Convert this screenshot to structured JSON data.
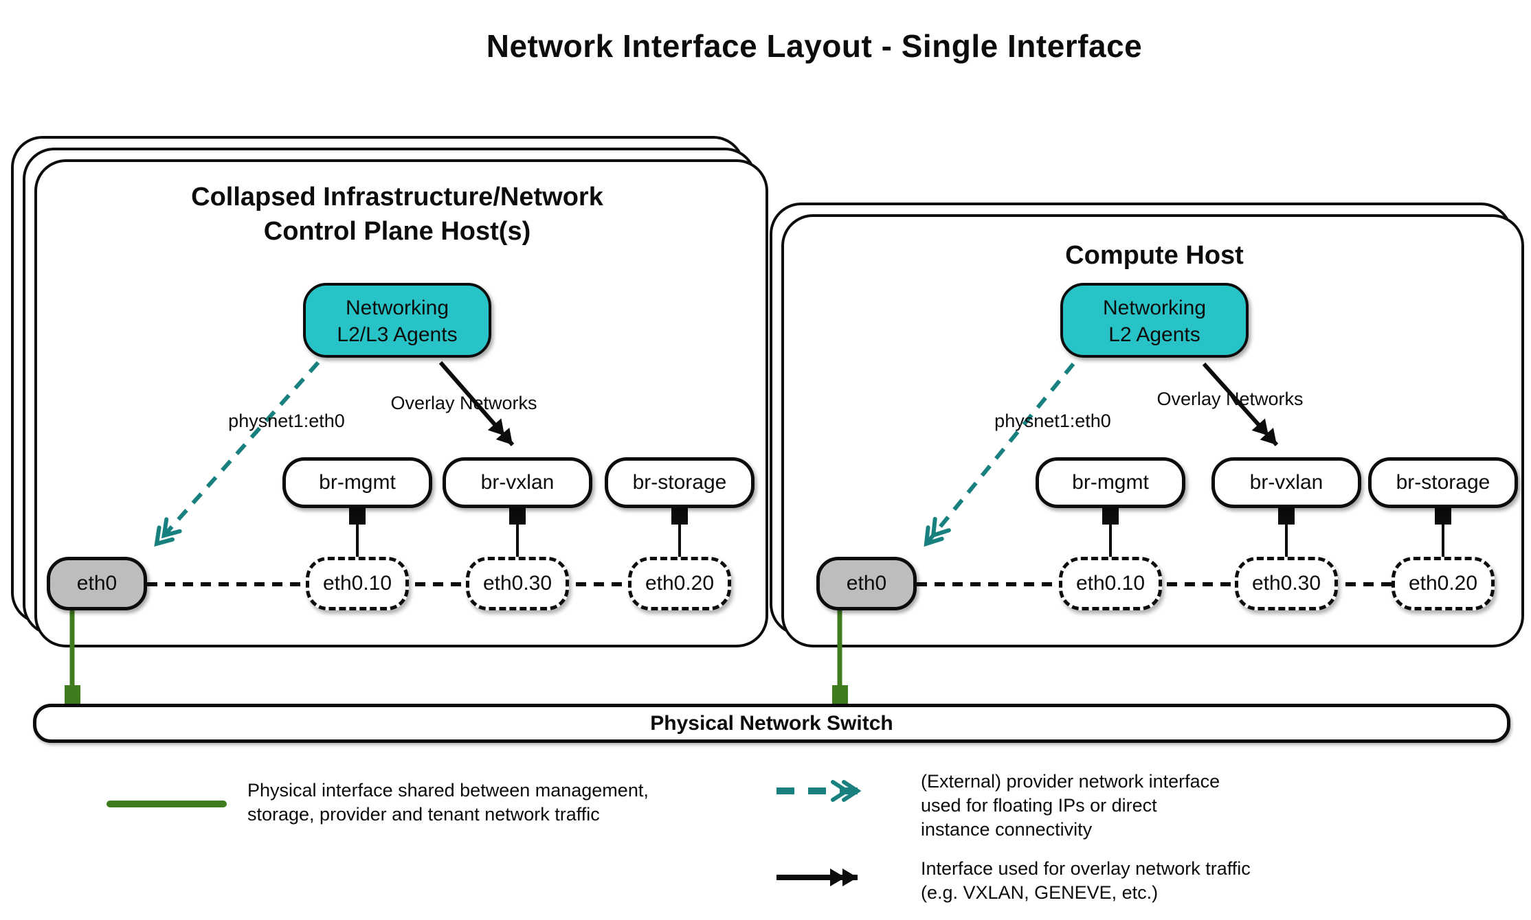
{
  "title": "Network Interface Layout - Single Interface",
  "colors": {
    "agent_fill": "#28c3c7",
    "provider_arrow": "#18807e",
    "physical_link": "#3e7c1e",
    "phys_if_fill": "#bdbdbd",
    "line_ink": "#0c0c0c"
  },
  "hosts": {
    "left": {
      "title_line1": "Collapsed Infrastructure/Network",
      "title_line2": "Control Plane Host(s)",
      "agent_line1": "Networking",
      "agent_line2": "L2/L3 Agents",
      "provider_label": "physnet1:eth0",
      "overlay_label": "Overlay Networks",
      "bridges": [
        "br-mgmt",
        "br-vxlan",
        "br-storage"
      ],
      "phys_if": "eth0",
      "vlans": [
        "eth0.10",
        "eth0.30",
        "eth0.20"
      ]
    },
    "right": {
      "title_line1": "Compute Host",
      "agent_line1": "Networking",
      "agent_line2": "L2 Agents",
      "provider_label": "physnet1:eth0",
      "overlay_label": "Overlay Networks",
      "bridges": [
        "br-mgmt",
        "br-vxlan",
        "br-storage"
      ],
      "phys_if": "eth0",
      "vlans": [
        "eth0.10",
        "eth0.30",
        "eth0.20"
      ]
    }
  },
  "switch": {
    "label": "Physical Network Switch"
  },
  "legend": [
    {
      "swatch": "green-solid-line",
      "lines": [
        "Physical interface shared between management,",
        "storage, provider and tenant network traffic"
      ]
    },
    {
      "swatch": "teal-dashed-double-arrow",
      "lines": [
        "(External) provider network interface",
        "used for floating IPs or direct",
        "instance connectivity"
      ]
    },
    {
      "swatch": "black-solid-double-arrow",
      "lines": [
        "Interface used for overlay network traffic",
        "(e.g. VXLAN, GENEVE, etc.)"
      ]
    }
  ]
}
